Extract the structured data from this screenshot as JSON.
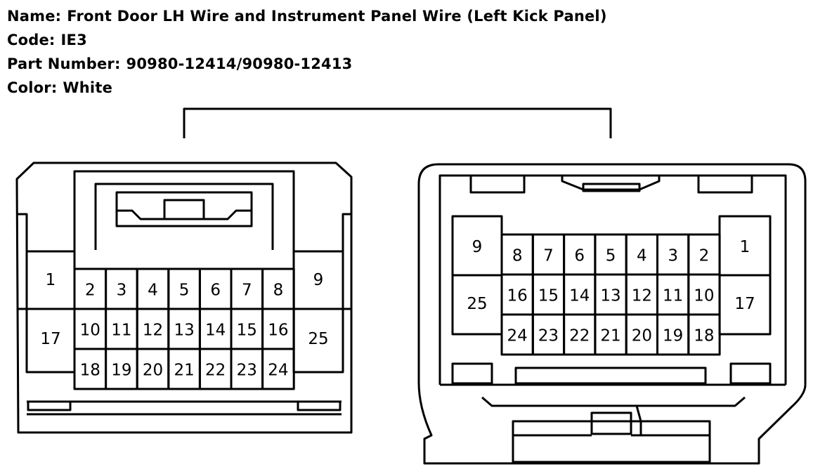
{
  "header": {
    "name_label": "Name:",
    "name_value": "Front Door LH Wire and Instrument Panel Wire (Left Kick Panel)",
    "code_label": "Code:",
    "code_value": "IE3",
    "part_label": "Part Number:",
    "part_value": "90980-12414/90980-12413",
    "color_label": "Color:",
    "color_value": "White"
  },
  "connectors": {
    "left": {
      "side_top_left": "1",
      "side_bottom_left": "17",
      "side_top_right": "9",
      "side_bottom_right": "25",
      "rows": [
        [
          "2",
          "3",
          "4",
          "5",
          "6",
          "7",
          "8"
        ],
        [
          "10",
          "11",
          "12",
          "13",
          "14",
          "15",
          "16"
        ],
        [
          "18",
          "19",
          "20",
          "21",
          "22",
          "23",
          "24"
        ]
      ]
    },
    "right": {
      "side_top_left": "9",
      "side_bottom_left": "25",
      "side_top_right": "1",
      "side_bottom_right": "17",
      "rows": [
        [
          "8",
          "7",
          "6",
          "5",
          "4",
          "3",
          "2"
        ],
        [
          "16",
          "15",
          "14",
          "13",
          "12",
          "11",
          "10"
        ],
        [
          "24",
          "23",
          "22",
          "21",
          "20",
          "19",
          "18"
        ]
      ]
    }
  }
}
